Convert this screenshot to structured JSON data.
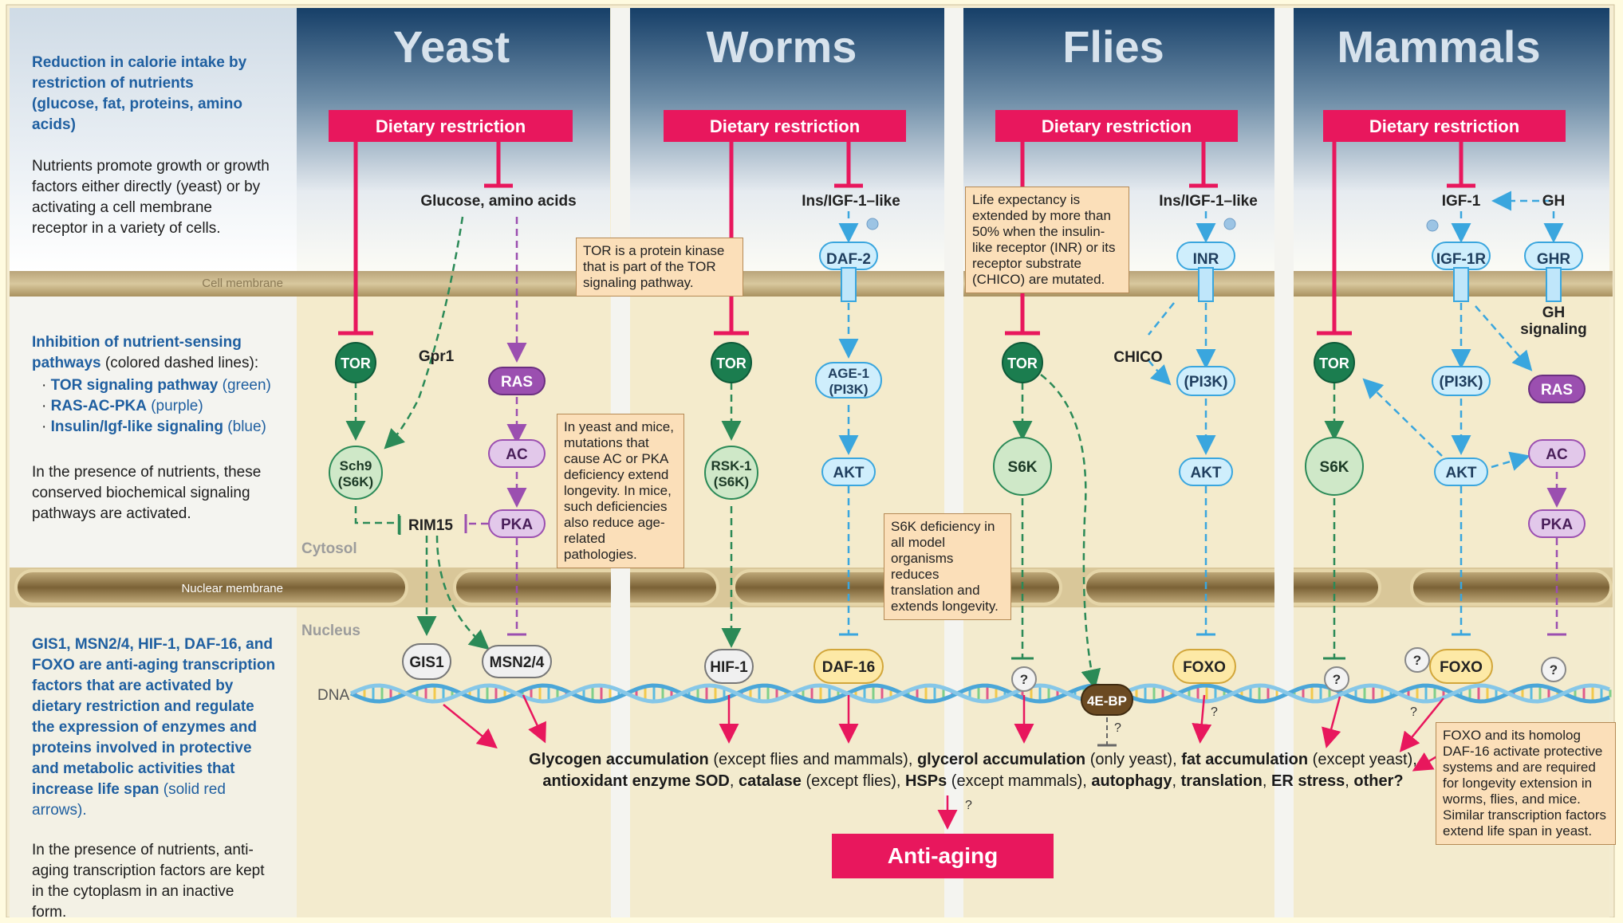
{
  "columns": [
    {
      "title": "Yeast"
    },
    {
      "title": "Worms"
    },
    {
      "title": "Flies"
    },
    {
      "title": "Mammals"
    }
  ],
  "dr_label": "Dietary restriction",
  "membranes": {
    "cell": "Cell membrane",
    "nuclear": "Nuclear membrane",
    "cytosol": "Cytosol",
    "nucleus": "Nucleus",
    "dna": "DNA"
  },
  "sidebar": {
    "intro_heading": "Reduction in calorie intake by restriction of nutrients (glucose, fat, proteins, amino acids)",
    "intro_body": "Nutrients promote growth or growth factors either directly (yeast) or by activating a cell membrane receptor in a variety of cells.",
    "inhibit_heading": "Inhibition of nutrient-sensing pathways",
    "inhibit_note": "(colored dashed lines):",
    "pathways": [
      {
        "name": "TOR signaling pathway",
        "color": "(green)"
      },
      {
        "name": "RAS-AC-PKA",
        "color": "(purple)"
      },
      {
        "name": "Insulin/Igf-like signaling",
        "color": "(blue)"
      }
    ],
    "presence_text": "In the presence of nutrients, these conserved biochemical signaling pathways are activated.",
    "tf_heading": "GIS1, MSN2/4, HIF-1, DAF-16, and FOXO are anti-aging transcription factors that are activated by dietary restriction and regulate the expression of enzymes and proteins involved in protective and metabolic activities that increase life span",
    "tf_note": "(solid red arrows).",
    "tf_presence": "In the presence of nutrients, anti-aging transcription factors are kept in the cytoplasm in an inactive form."
  },
  "labels": {
    "glucose": "Glucose, amino acids",
    "ins_igf": "Ins/IGF-1–like",
    "igf1": "IGF-1",
    "gh": "GH",
    "gpr1": "Gpr1",
    "chico": "CHICO",
    "gh_signaling_1": "GH",
    "gh_signaling_2": "signaling",
    "question": "?"
  },
  "nodes": {
    "tor": "TOR",
    "sch9_1": "Sch9",
    "sch9_2": "(S6K)",
    "rsk1_1": "RSK-1",
    "rsk1_2": "(S6K)",
    "s6k": "S6K",
    "ras": "RAS",
    "ac": "AC",
    "pka": "PKA",
    "rim15": "RIM15",
    "daf2": "DAF-2",
    "inr": "INR",
    "igf1r": "IGF-1R",
    "ghr": "GHR",
    "age1_1": "AGE-1",
    "age1_2": "(PI3K)",
    "pi3k": "(PI3K)",
    "akt": "AKT",
    "gis1": "GIS1",
    "msn24": "MSN2/4",
    "hif1": "HIF-1",
    "daf16": "DAF-16",
    "foxo": "FOXO",
    "ebp": "4E-BP"
  },
  "callouts": {
    "tor_kinase": "TOR is a protein kinase that is part of the TOR signaling pathway.",
    "ac_pka": "In yeast and mice, mutations that cause AC or PKA deficiency extend longevity. In mice, such deficiencies also reduce age-related pathologies.",
    "life_exp": "Life expectancy is extended by more than 50% when the insulin-like receptor (INR) or its receptor substrate (CHICO) are mutated.",
    "s6k_def": "S6K deficiency in all model organisms reduces translation and extends longevity.",
    "foxo_note": "FOXO and its homolog DAF-16 activate protective systems and are required for longevity extension in worms, flies, and mice. Similar transcription factors extend life span in yeast."
  },
  "outcomes": {
    "line1_a": "Glycogen accumulation",
    "line1_b": " (except flies and mammals), ",
    "line1_c": "glycerol accumulation",
    "line1_d": " (only yeast), ",
    "line1_e": "fat accumulation",
    "line1_f": " (except yeast),",
    "line2_a": "antioxidant enzyme SOD",
    "line2_b": ", ",
    "line2_c": "catalase",
    "line2_d": " (except flies), ",
    "line2_e": "HSPs",
    "line2_f": " (except mammals), ",
    "line2_g": "autophagy",
    "line2_h": ", ",
    "line2_i": "translation",
    "line2_j": ", ",
    "line2_k": "ER stress",
    "line2_l": ", ",
    "line2_m": "other?"
  },
  "anti_aging": "Anti-aging",
  "colors": {
    "dr_red": "#e8175d",
    "tor_green": "#1b7d4f",
    "light_green": "#cfe8c8",
    "purple": "#9b4fb0",
    "light_purple": "#e2c8ea",
    "blue": "#3aa6de",
    "light_blue": "#cfeefc",
    "yellow": "#fde9a6",
    "header_dark": "#163f68"
  }
}
